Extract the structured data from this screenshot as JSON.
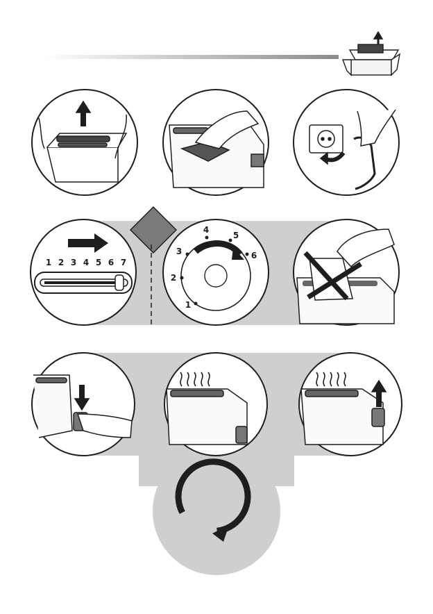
{
  "page": {
    "colors": {
      "ink": "#1e1e1e",
      "band": "#cfcfcf",
      "panel_fill": "#ffffff",
      "dark_diamond": "#7c7a79",
      "header_gradient_start": "#ffffff",
      "header_gradient_end": "#8a8a8a"
    }
  },
  "header": {
    "icon": "unbox-toaster-icon"
  },
  "row1": {
    "steps": [
      {
        "icon": "lift-toaster-from-box-icon"
      },
      {
        "icon": "wipe-toaster-cloth-icon"
      },
      {
        "icon": "plug-into-socket-icon"
      }
    ]
  },
  "row2": {
    "slider_scale": [
      "1",
      "2",
      "3",
      "4",
      "5",
      "6",
      "7"
    ],
    "dial_scale": [
      "1",
      "2",
      "3",
      "4",
      "5",
      "6"
    ],
    "steps": [
      {
        "icon": "browning-slider-icon"
      },
      {
        "icon": "browning-dial-icon"
      },
      {
        "icon": "no-paper-in-slot-icon"
      }
    ]
  },
  "row3": {
    "steps": [
      {
        "icon": "press-lever-down-icon"
      },
      {
        "icon": "toasting-steam-icon"
      },
      {
        "icon": "lever-pops-up-icon"
      }
    ],
    "cycle_icon": "repeat-cycle-arrow-icon"
  }
}
